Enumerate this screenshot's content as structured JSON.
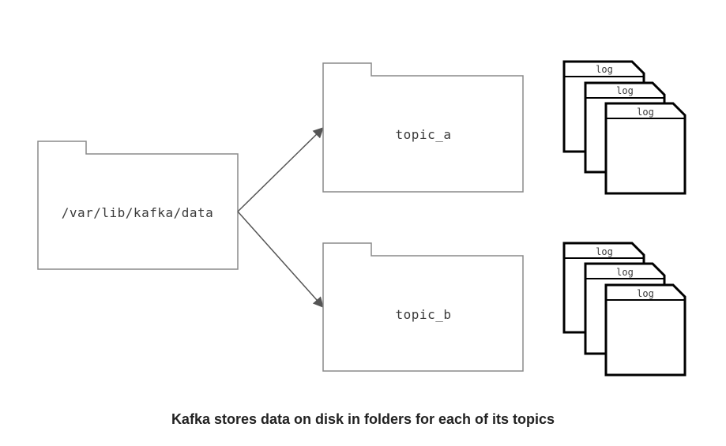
{
  "diagram": {
    "root_folder": {
      "label": "/var/lib/kafka/data"
    },
    "topics": [
      {
        "label": "topic_a",
        "logs": [
          "log",
          "log",
          "log"
        ]
      },
      {
        "label": "topic_b",
        "logs": [
          "log",
          "log",
          "log"
        ]
      }
    ]
  },
  "caption": "Kafka stores data on disk in folders for each of its topics"
}
